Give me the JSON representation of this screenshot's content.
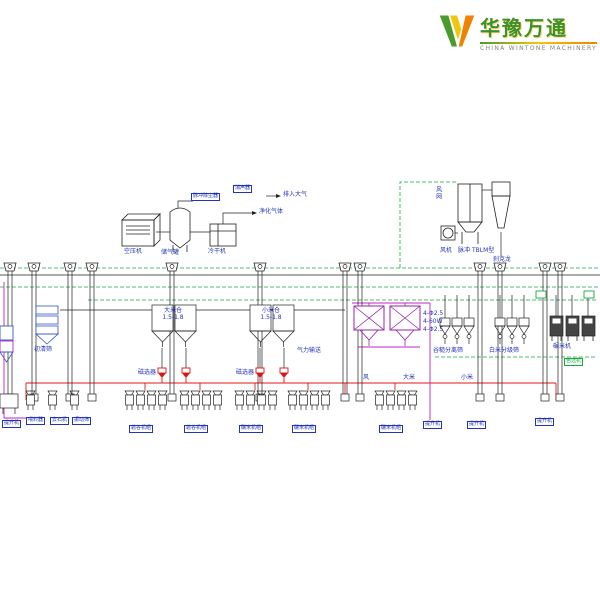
{
  "colors": {
    "air_line_green": "#18a93c",
    "flow_line_red": "#e51616",
    "flow_line_magenta": "#c024c0",
    "label_blue": "#2233bb",
    "logo_green": "#3e8f2d",
    "logo_yellow": "#f2c50e",
    "logo_orange": "#ef8200"
  },
  "logo": {
    "cn": "华豫万通",
    "en": "CHINA WINTONE MACHINERY"
  },
  "air_station": {
    "compressor": "空压机",
    "tank": "储气罐",
    "dryer": "冷干机",
    "note1": "脉冲除尘器",
    "note2": "消声器",
    "out1": "排入大气",
    "out2": "净化气体"
  },
  "dust_system": {
    "net": "风网",
    "fan": "风机",
    "pulse": "脉冲",
    "model": "TBLM型",
    "cyclone": "刹克龙"
  },
  "bins": {
    "bin1_name": "大米仓",
    "bin1_spec": "1.5-1.8",
    "bin2_name": "小米仓",
    "bin2_spec": "1.5-1.8"
  },
  "pneumatic": {
    "pipe": "气力输送"
  },
  "sifters": {
    "spec1": "4-Φ2.5",
    "spec2": "4-60W",
    "spec3": "4-Φ2.5",
    "wind": "风",
    "big_rice": "大米",
    "small_rice": "小米"
  },
  "machines": {
    "precleaner": "初清筛",
    "separator": "谷糙分离筛",
    "grader": "白米分级筛",
    "mill": "碾米机",
    "color_sorter": "色选机",
    "magnet1": "磁选器",
    "magnet2": "磁选器"
  },
  "bottom_labels": [
    "提升机",
    "喂料器",
    "去石机",
    "振动筛",
    "砻谷机组",
    "砻谷机组",
    "碾米机组",
    "碾米机组",
    "碾米机组",
    "提升机",
    "提升机",
    "提升机"
  ]
}
